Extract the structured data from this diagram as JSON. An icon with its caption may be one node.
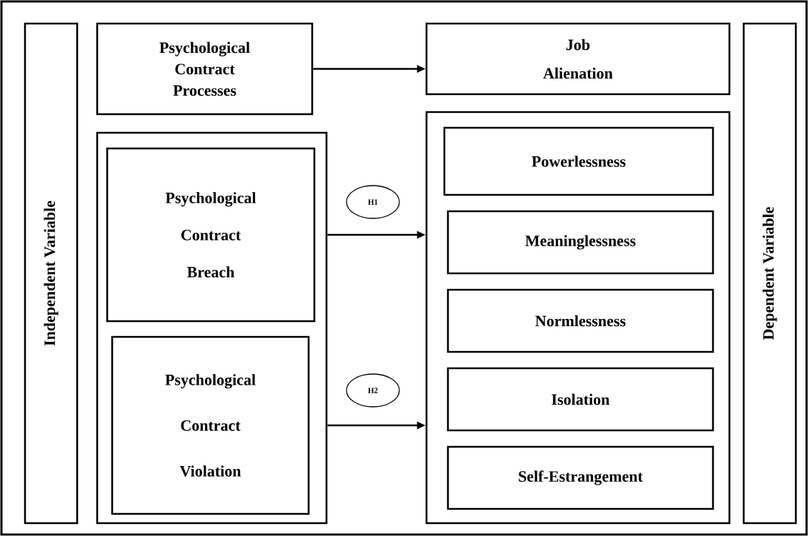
{
  "diagram": {
    "nodes": [
      {
        "text": [
          "Independent Variable"
        ]
      },
      {
        "text": [
          "Psychological Contract Processes"
        ]
      },
      {
        "text": [],
        "shape": "box"
      },
      {
        "text": [
          "Psychological Contract Breach"
        ],
        "in": 2
      },
      {
        "text": [
          "Psychological Contract Violation"
        ],
        "in": 2
      },
      {
        "text": [
          "Job Alienation"
        ]
      },
      {
        "text": [],
        "shape": "box"
      },
      {
        "text": [
          "Powerlessness"
        ],
        "in": 6
      },
      {
        "text": [
          "Meaninglessness"
        ],
        "in": 6
      },
      {
        "text": [
          "Normlessness"
        ],
        "in": 6
      },
      {
        "text": [
          "Isolation"
        ],
        "in": 6
      },
      {
        "text": [
          "Self-Estrangement"
        ],
        "in": 6
      },
      {
        "text": [
          "Dependent Variable"
        ]
      }
    ],
    "edges": [
      {
        "from": 1,
        "to": 5,
        "arrow": "to"
      },
      {
        "from": 3,
        "to": 6,
        "arrow": "to",
        "label": "H1"
      },
      {
        "from": 4,
        "to": 6,
        "arrow": "to",
        "label": "H2"
      }
    ]
  }
}
